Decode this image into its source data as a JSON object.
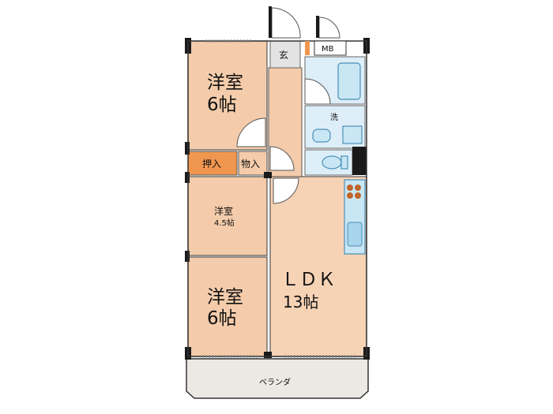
{
  "rooms": {
    "west_top": {
      "name": "洋室",
      "size": "6帖"
    },
    "west_mid": {
      "name": "洋室",
      "size": "4.5帖"
    },
    "west_bottom": {
      "name": "洋室",
      "size": "6帖"
    },
    "ldk": {
      "name": "ＬＤＫ",
      "size": "13帖"
    }
  },
  "labels": {
    "oshiire": "押入",
    "monoire": "物入",
    "genkan": "玄",
    "wash": "洗",
    "mb": "MB",
    "veranda": "ベランダ"
  }
}
